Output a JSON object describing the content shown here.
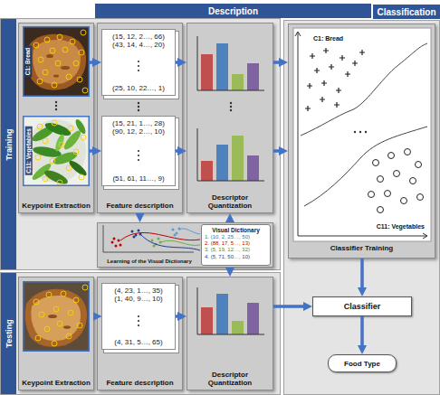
{
  "diagram": {
    "nodes": [
      {
        "text": [
          "Description"
        ]
      },
      {
        "text": [
          "Classification"
        ]
      },
      {
        "text": [
          "Training"
        ]
      },
      {
        "text": [
          "Keypoint Extraction"
        ],
        "in": 2
      },
      {
        "text": [
          "C1: Bread"
        ],
        "in": 3
      },
      {
        "text": [
          "C11: Vegetables"
        ],
        "in": 3
      },
      {
        "text": [
          "Feature description"
        ],
        "in": 2
      },
      {
        "text": [
          "(15, 12, 2…, 66)",
          "(43, 14, 4…, 20)",
          "(25, 10, 22…, 1)"
        ],
        "in": 6
      },
      {
        "text": [
          "(15, 21, 1…, 28)",
          "(90, 12, 2…, 10)",
          "(51, 61, 11…, 9)"
        ],
        "in": 6
      },
      {
        "text": [
          "Descriptor Quantization"
        ],
        "in": 2
      },
      {
        "text": [
          "Learning of the Visual Dictionary"
        ],
        "in": 2
      },
      {
        "text": [
          "Visual Dictionary",
          "1. (10, 2, 25…, 50)",
          "2. (88, 17, 5…, 13)",
          "3. (5, 19, 12…, 32)",
          "4. (5, 71, 50…, 10)"
        ],
        "in": 10
      },
      {
        "text": [
          "C1: Bread",
          "C11: Vegetables",
          "Classifier Training"
        ],
        "in": 1
      },
      {
        "text": [
          "Testing"
        ]
      },
      {
        "text": [
          "Keypoint Extraction"
        ],
        "in": 13
      },
      {
        "text": [
          "Feature description"
        ],
        "in": 13
      },
      {
        "text": [
          "(4, 23, 1…, 35)",
          "(1, 40, 9…, 10)",
          "(4, 31, 5…, 65)"
        ],
        "in": 15
      },
      {
        "text": [
          "Descriptor Quantization"
        ],
        "in": 13
      },
      {
        "text": [
          "Classifier"
        ],
        "in": 1
      },
      {
        "text": [
          "Food Type"
        ],
        "in": 1
      }
    ],
    "edges": [
      {
        "from": 4,
        "to": 7,
        "arrow": "to"
      },
      {
        "from": 5,
        "to": 8,
        "arrow": "to"
      },
      {
        "from": 7,
        "to": 9,
        "arrow": "to"
      },
      {
        "from": 8,
        "to": 9,
        "arrow": "to"
      },
      {
        "from": 9,
        "to": 12,
        "arrow": "to"
      },
      {
        "from": 9,
        "to": 12,
        "arrow": "to"
      },
      {
        "from": 6,
        "to": 10,
        "arrow": "to"
      },
      {
        "from": 10,
        "to": 9,
        "arrow": "to"
      },
      {
        "from": 10,
        "to": 17,
        "arrow": "to"
      },
      {
        "from": 14,
        "to": 16,
        "arrow": "to"
      },
      {
        "from": 16,
        "to": 17,
        "arrow": "to"
      },
      {
        "from": 17,
        "to": 18,
        "arrow": "to"
      },
      {
        "from": 12,
        "to": 18,
        "arrow": "to"
      },
      {
        "from": 18,
        "to": 19,
        "arrow": "to"
      }
    ]
  }
}
